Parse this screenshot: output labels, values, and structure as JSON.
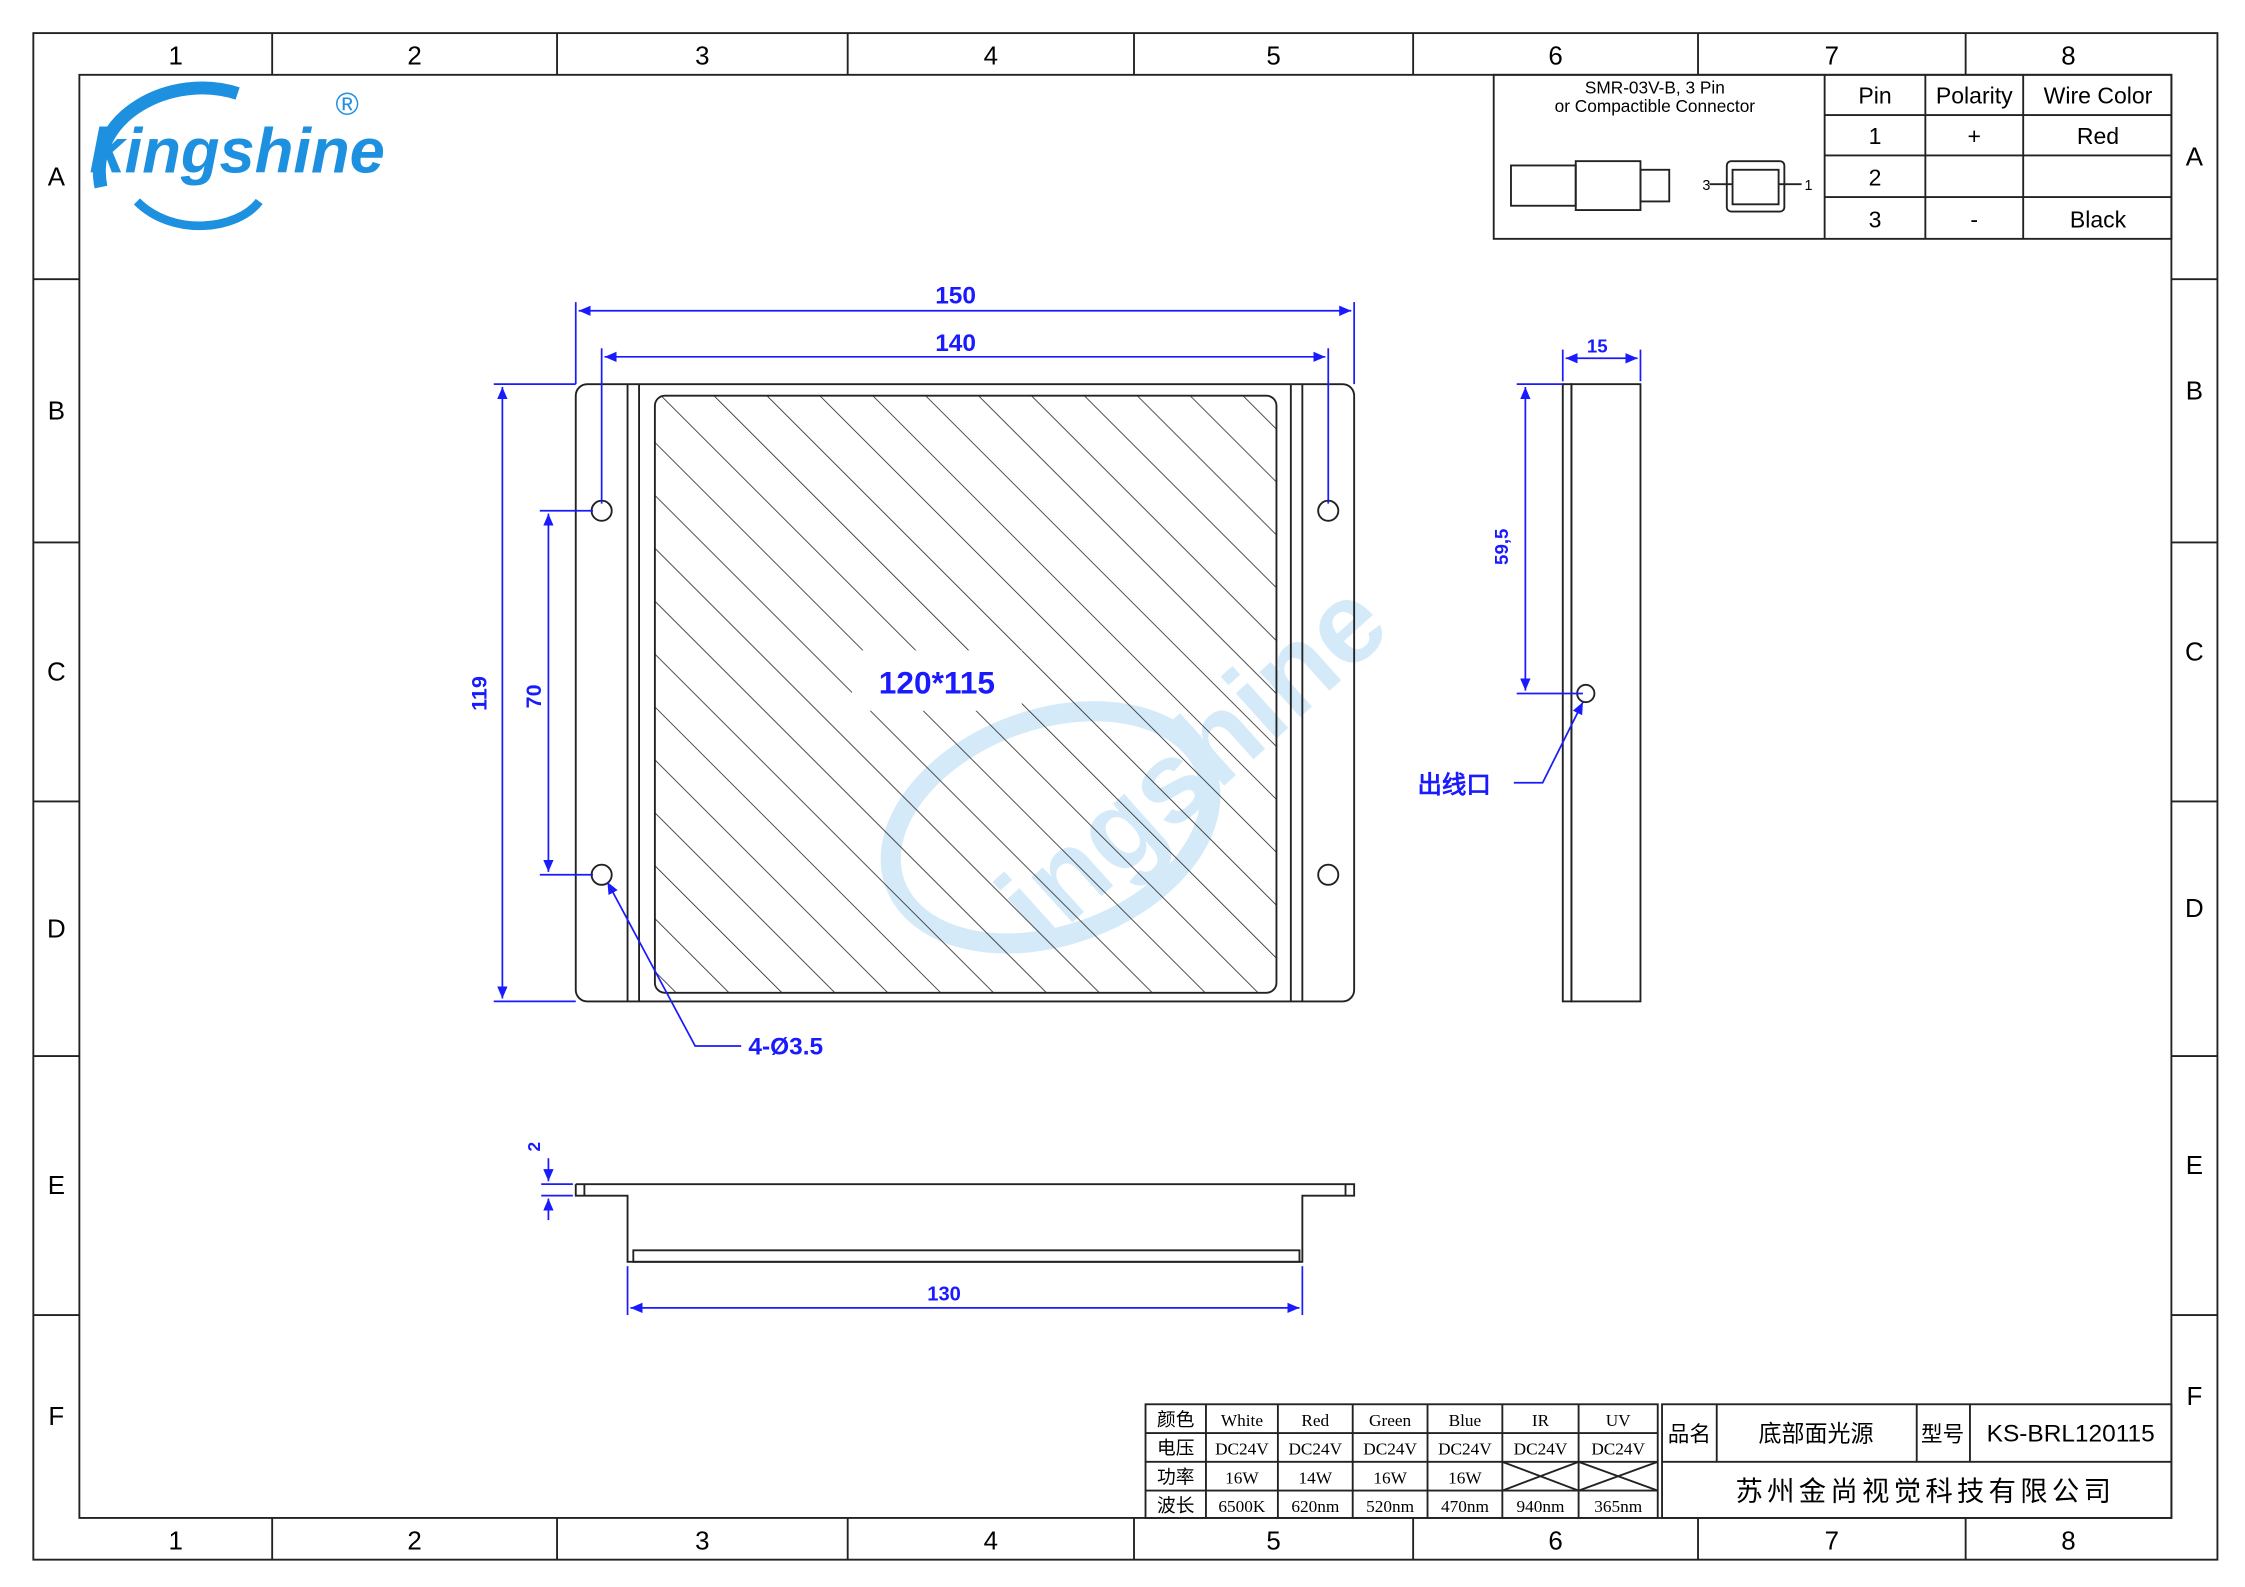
{
  "logo": {
    "text": "kingshine",
    "registered": "®"
  },
  "frame": {
    "columns": [
      "1",
      "2",
      "3",
      "4",
      "5",
      "6",
      "7",
      "8"
    ],
    "rows": [
      "A",
      "B",
      "C",
      "D",
      "E",
      "F"
    ]
  },
  "connector": {
    "title_line1": "SMR-03V-B, 3 Pin",
    "title_line2": "or Compactible Connector",
    "pin_label_left": "3",
    "pin_label_right": "1",
    "headers": [
      "Pin",
      "Polarity",
      "Wire Color"
    ],
    "rows": [
      [
        "1",
        "+",
        "Red"
      ],
      [
        "2",
        "",
        ""
      ],
      [
        "3",
        "-",
        "Black"
      ]
    ]
  },
  "front_view": {
    "dim_width_outer": "150",
    "dim_width_inner": "140",
    "dim_height": "119",
    "dim_hole_spacing": "70",
    "emitting_area": "120*115",
    "hole_callout": "4-Ø3.5"
  },
  "side_view": {
    "dim_thickness": "15",
    "dim_outlet_height": "59,5",
    "outlet_label": "出线口"
  },
  "bottom_view": {
    "dim_flange": "2",
    "dim_base": "130"
  },
  "spec_table": {
    "rows": [
      [
        "颜色",
        "White",
        "Red",
        "Green",
        "Blue",
        "IR",
        "UV"
      ],
      [
        "电压",
        "DC24V",
        "DC24V",
        "DC24V",
        "DC24V",
        "DC24V",
        "DC24V"
      ],
      [
        "功率",
        "16W",
        "14W",
        "16W",
        "16W",
        "",
        ""
      ],
      [
        "波长",
        "6500K",
        "620nm",
        "520nm",
        "470nm",
        "940nm",
        "365nm"
      ]
    ]
  },
  "title_block": {
    "name_label": "品名",
    "name_value": "底部面光源",
    "model_label": "型号",
    "model_value": "KS-BRL120115",
    "company": "苏州金尚视觉科技有限公司"
  },
  "colors": {
    "dimension": "#1a1aff",
    "logo": "#1e90e0"
  }
}
